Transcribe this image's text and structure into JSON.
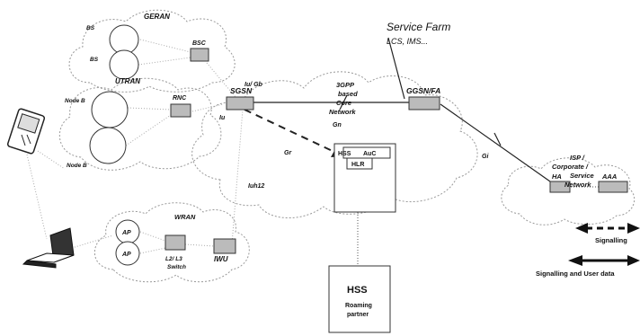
{
  "title": {
    "line1": "Service Farm",
    "line2": "LCS, IMS..."
  },
  "clouds": {
    "geran": "GERAN",
    "utran": "UTRAN",
    "wran": "WRAN",
    "core": [
      "3GPP",
      "based",
      "Core",
      "Network"
    ],
    "isp": [
      "ISP /",
      "Corporate /",
      "Service",
      "Network"
    ]
  },
  "nodes": {
    "bs1": "BS",
    "bs2": "BS",
    "bsc": "BSC",
    "nodeb1": "Node B",
    "nodeb2": "Node B",
    "rnc": "RNC",
    "sgsn": "SGSN",
    "ggsn": "GGSN/FA",
    "hss_inner": "HSS",
    "auc": "AuC",
    "hlr": "HLR",
    "ap1": "AP",
    "ap2": "AP",
    "switch_line1": "L2/ L3",
    "switch_line2": "Switch",
    "iwu": "IWU",
    "ha": "HA",
    "aaa": "AAA",
    "hss_box": "HSS",
    "roaming_line1": "Roaming",
    "roaming_line2": "partner"
  },
  "interfaces": {
    "iu_gb": "Iu/ Gb",
    "iu": "Iu",
    "gn": "Gn",
    "gr": "Gr",
    "iuh": "Iuh12",
    "gi": "Gi"
  },
  "legend": {
    "signalling": "Signalling",
    "signalling_user": "Signalling and User data"
  }
}
